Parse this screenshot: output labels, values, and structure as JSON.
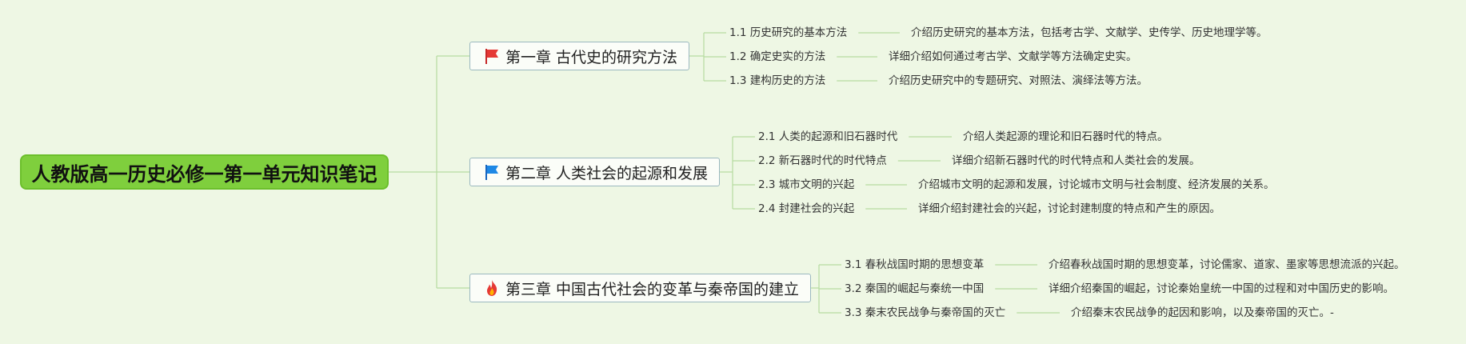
{
  "root": {
    "title": "人教版高一历史必修一第一单元知识笔记"
  },
  "chapters": [
    {
      "title": "第一章 古代史的研究方法",
      "icon": "red-flag-icon",
      "topics": [
        {
          "title": "1.1 历史研究的基本方法",
          "desc": "介绍历史研究的基本方法，包括考古学、文献学、史传学、历史地理学等。"
        },
        {
          "title": "1.2 确定史实的方法",
          "desc": "详细介绍如何通过考古学、文献学等方法确定史实。"
        },
        {
          "title": "1.3 建构历史的方法",
          "desc": "介绍历史研究中的专题研究、对照法、演绎法等方法。"
        }
      ]
    },
    {
      "title": "第二章 人类社会的起源和发展",
      "icon": "blue-flag-icon",
      "topics": [
        {
          "title": "2.1 人类的起源和旧石器时代",
          "desc": "介绍人类起源的理论和旧石器时代的特点。"
        },
        {
          "title": "2.2 新石器时代的时代特点",
          "desc": "详细介绍新石器时代的时代特点和人类社会的发展。"
        },
        {
          "title": "2.3 城市文明的兴起",
          "desc": "介绍城市文明的起源和发展，讨论城市文明与社会制度、经济发展的关系。"
        },
        {
          "title": "2.4 封建社会的兴起",
          "desc": "详细介绍封建社会的兴起，讨论封建制度的特点和产生的原因。"
        }
      ]
    },
    {
      "title": "第三章 中国古代社会的变革与秦帝国的建立",
      "icon": "fire-icon",
      "topics": [
        {
          "title": "3.1 春秋战国时期的思想变革",
          "desc": "介绍春秋战国时期的思想变革，讨论儒家、道家、墨家等思想流派的兴起。"
        },
        {
          "title": "3.2 秦国的崛起与秦统一中国",
          "desc": "详细介绍秦国的崛起，讨论秦始皇统一中国的过程和对中国历史的影响。"
        },
        {
          "title": "3.3 秦末农民战争与秦帝国的灭亡",
          "desc": "介绍秦末农民战争的起因和影响，以及秦帝国的灭亡。-"
        }
      ]
    }
  ],
  "colors": {
    "background": "#eef7e4",
    "root_fill": "#7fcf3d",
    "connector": "#b6dba0",
    "chapter_border": "#9ab8bf"
  }
}
